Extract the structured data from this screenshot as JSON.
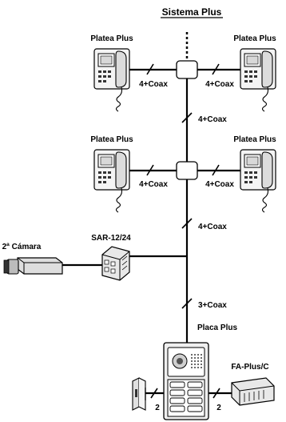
{
  "title": "Sistema Plus",
  "monitors": {
    "label": "Platea Plus"
  },
  "cables": {
    "four_coax": "4+Coax",
    "three_coax": "3+Coax",
    "two": "2"
  },
  "devices": {
    "camera": "2ª Cámara",
    "sar": "SAR-12/24",
    "panel": "Placa Plus",
    "power": "FA-Plus/C"
  },
  "colors": {
    "line": "#000000",
    "device_fill": "#e8e8e8",
    "background": "#ffffff"
  }
}
